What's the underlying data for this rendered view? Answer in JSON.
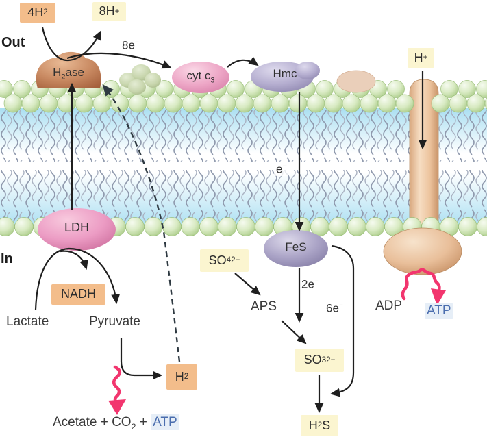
{
  "colors": {
    "box_orange": "#f3bd8b",
    "box_yellow": "#fbf5d0",
    "atp_text_blue": "#4a6dae",
    "energy_arrow_pink": "#f2356e",
    "membrane_head_green": "#d8eac2",
    "membrane_water_blue": "#a6ddf1"
  },
  "regions": {
    "out": "Out",
    "in": "In"
  },
  "molecules": {
    "h2_top": {
      "base": "4H",
      "sub": "2"
    },
    "h8_plus": {
      "base": "8H",
      "sup": "+"
    },
    "e8": {
      "base": "8e",
      "sup": "−"
    },
    "h_plus": {
      "base": "H",
      "sup": "+"
    },
    "e_single": {
      "base": "e",
      "sup": "−"
    },
    "e2": {
      "base": "2e",
      "sup": "−"
    },
    "e6": {
      "base": "6e",
      "sup": "−"
    },
    "so4": {
      "base": "SO",
      "sub": "4",
      "sup": "2−"
    },
    "aps": "APS",
    "so3": {
      "base": "SO",
      "sub": "3",
      "sup": "2−"
    },
    "h2s": {
      "base": "H",
      "sub": "2",
      "post": "S"
    },
    "nadh": "NADH",
    "lactate": "Lactate",
    "pyruvate": "Pyruvate",
    "h2_cyto": {
      "base": "H",
      "sub": "2"
    },
    "adp": "ADP",
    "atp": "ATP",
    "acetate": {
      "base": "Acetate + CO",
      "sub": "2",
      "plus": " + ",
      "atp": "ATP"
    }
  },
  "proteins": {
    "h2ase": {
      "base": "H",
      "sub": "2",
      "post": "ase"
    },
    "cyt_c3": {
      "base": "cyt c",
      "sub": "3"
    },
    "hmc": "Hmc",
    "ldh": "LDH",
    "fes": "FeS"
  }
}
